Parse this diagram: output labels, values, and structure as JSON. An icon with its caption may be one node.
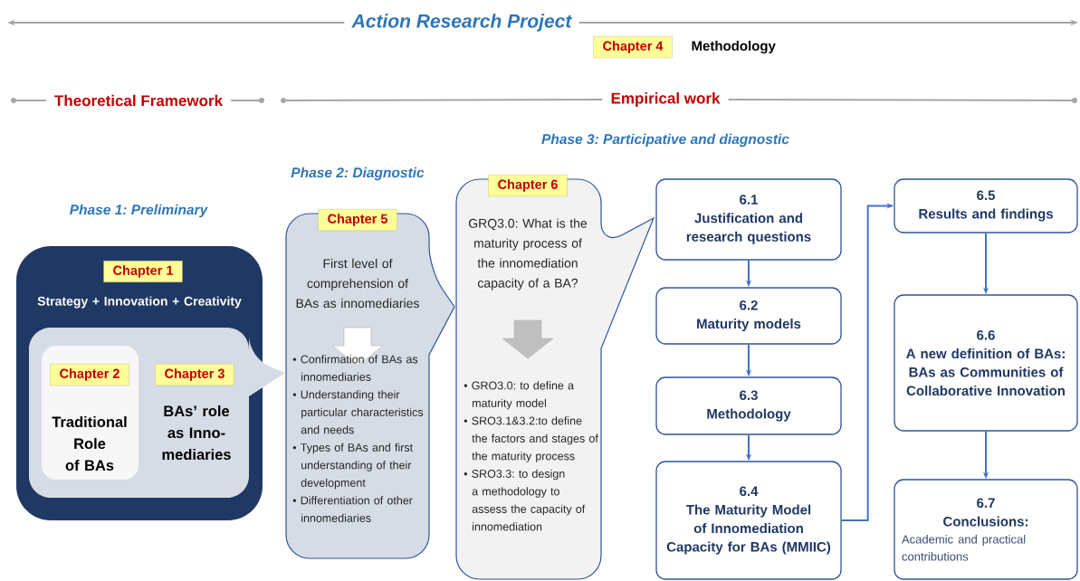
{
  "diagram": {
    "title": "Action Research Project",
    "nodes": [
      {
        "text": [
          "Chapter 4"
        ],
        "beside": [
          "Methodology"
        ]
      },
      {
        "text": [
          "Strategy + Innovation + Creativity"
        ]
      },
      {
        "text": [
          "Chapter 1"
        ],
        "in": 1
      },
      {
        "text": [
          "BAs’ role as Inno- mediaries"
        ],
        "in": 1
      },
      {
        "text": [
          "Traditional Role of BAs"
        ],
        "in": 3
      },
      {
        "text": [
          "Chapter 2"
        ],
        "in": 4
      },
      {
        "text": [
          "Chapter 3"
        ],
        "in": 3
      },
      {
        "text": [
          "First level of comprehension of BAs as innomediaries",
          "• Confirmation of BAs as innomediaries",
          "• Understanding their particular characteristics and needs",
          "• Types of BAs and first understanding of their development",
          "• Differentiation of other innomediaries"
        ]
      },
      {
        "text": [
          "Chapter 5"
        ]
      },
      {
        "text": [
          "GRQ3.0: What is the maturity process of the innomediation capacity of a BA?",
          "• GRO3.0: to define a maturity model",
          "• SRO3.1&3.2:to define the factors and stages of the maturity process",
          "• SRO3.3: to design a methodology to assess the capacity of innomediation"
        ]
      },
      {
        "text": [
          "Chapter 6"
        ]
      },
      {
        "text": [
          "6.1",
          "Justification and research questions"
        ]
      },
      {
        "text": [
          "6.2",
          "Maturity models"
        ]
      },
      {
        "text": [
          "6.3",
          "Methodology"
        ]
      },
      {
        "text": [
          "6.4",
          "The Maturity Model of Innomediation Capacity for BAs (MMIIC)"
        ]
      },
      {
        "text": [
          "6.5",
          "Results and findings"
        ]
      },
      {
        "text": [
          "6.6",
          "A new definition of BAs:",
          "BAs as Communities of Collaborative Innovation"
        ]
      },
      {
        "text": [
          "6.7",
          "Conclusions:",
          "Academic and practical contributions"
        ]
      }
    ],
    "edges": [
      {
        "from": 11,
        "to": 12,
        "arrow": "to"
      },
      {
        "from": 12,
        "to": 13,
        "arrow": "to"
      },
      {
        "from": 13,
        "to": 14,
        "arrow": "to"
      },
      {
        "from": 14,
        "to": 15,
        "arrow": "to"
      },
      {
        "from": 15,
        "to": 16,
        "arrow": "to"
      },
      {
        "from": 16,
        "to": 17,
        "arrow": "to"
      }
    ],
    "labels": [
      "Theoretical Framework",
      "Empirical work",
      "Phase 3: Participative and diagnostic",
      "Phase 2: Diagnostic",
      "Phase 1: Preliminary"
    ]
  }
}
